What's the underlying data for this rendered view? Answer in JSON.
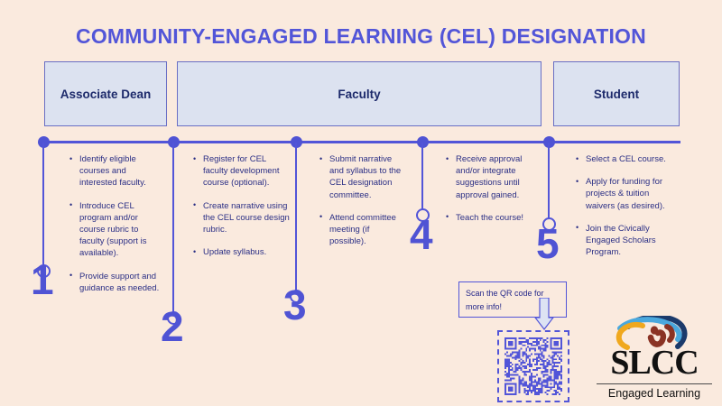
{
  "title": "COMMUNITY-ENGAGED LEARNING (CEL) DESIGNATION",
  "colors": {
    "background": "#faeade",
    "accent_blue": "#5255d8",
    "box_fill": "#dce2f0",
    "box_border": "#6a6fc4",
    "text_navy": "#2b2f85",
    "heading_navy": "#1d2a6b"
  },
  "roles": [
    {
      "label": "Associate Dean"
    },
    {
      "label": "Faculty"
    },
    {
      "label": "Student"
    }
  ],
  "steps": [
    {
      "number": "1",
      "bullets": [
        "Identify eligible courses and interested faculty.",
        "Introduce CEL program and/or course rubric to faculty (support is available).",
        "Provide support and guidance as needed."
      ]
    },
    {
      "number": "2",
      "bullets": [
        "Register for CEL faculty development course (optional).",
        "Create narrative using the CEL course design rubric.",
        "Update syllabus."
      ]
    },
    {
      "number": "3",
      "bullets": [
        "Submit narrative and syllabus to the CEL designation committee.",
        "Attend committee meeting (if possible)."
      ]
    },
    {
      "number": "4",
      "bullets": [
        "Receive approval and/or integrate suggestions until approval gained.",
        "Teach the course!"
      ]
    },
    {
      "number": "5",
      "bullets": [
        "Select a CEL course.",
        "Apply for funding for projects & tuition waivers (as desired).",
        "Join the Civically Engaged Scholars Program."
      ]
    }
  ],
  "qr": {
    "callout_text": "Scan the QR code for more info!",
    "arrow_icon": "down-arrow-icon",
    "code_icon": "qr-code-icon"
  },
  "logo": {
    "wordmark": "SLCC",
    "tagline": "Engaged Learning",
    "swirl_icon": "slcc-swirl-icon",
    "swirl_colors": {
      "navy": "#1b3a6b",
      "light_blue": "#4aa8dd",
      "gold": "#f0a81e",
      "maroon": "#8a3324"
    }
  }
}
